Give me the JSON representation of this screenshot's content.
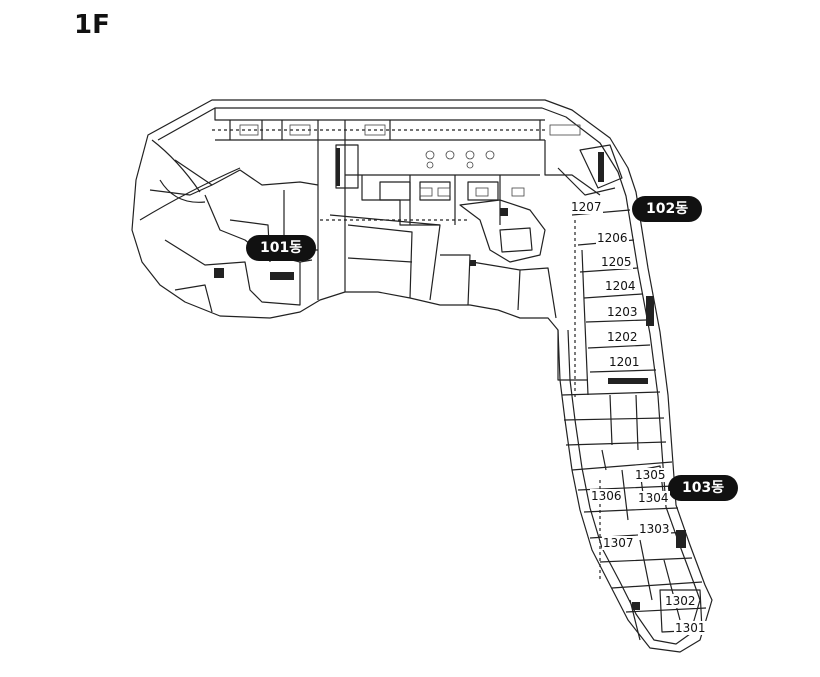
{
  "floor": {
    "title": "1F"
  },
  "buildings": [
    {
      "id": "101",
      "label": "101동"
    },
    {
      "id": "102",
      "label": "102동"
    },
    {
      "id": "103",
      "label": "103동"
    }
  ],
  "units": {
    "u1207": "1207",
    "u1206": "1206",
    "u1205": "1205",
    "u1204": "1204",
    "u1203": "1203",
    "u1202": "1202",
    "u1201": "1201",
    "u1305": "1305",
    "u1306": "1306",
    "u1304": "1304",
    "u1303": "1303",
    "u1307": "1307",
    "u1302": "1302",
    "u1301": "1301"
  },
  "colors": {
    "line": "#222222",
    "badge": "#111111",
    "background": "#ffffff"
  }
}
